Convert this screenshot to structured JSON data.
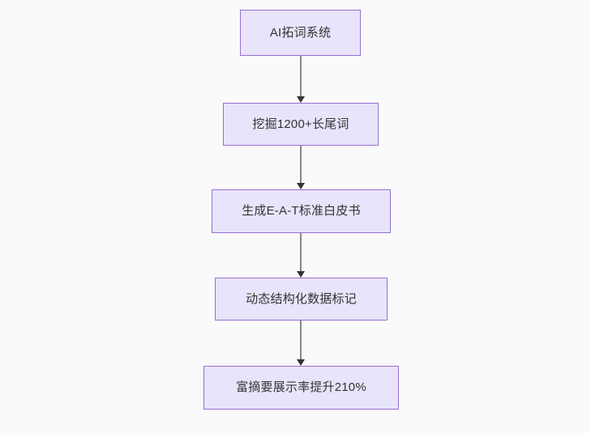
{
  "diagram": {
    "type": "flowchart",
    "direction": "top-to-bottom",
    "background_color": "#fafafa",
    "node_fill_color": "#e8e4fb",
    "node_border_color": "#9670d0",
    "node_text_color": "#333333",
    "edge_line_color": "#888888",
    "edge_arrow_color": "#333333",
    "nodes": [
      {
        "id": "n0",
        "label": "AI拓词系统"
      },
      {
        "id": "n1",
        "label": "挖掘1200+长尾词"
      },
      {
        "id": "n2",
        "label": "生成E-A-T标准白皮书"
      },
      {
        "id": "n3",
        "label": "动态结构化数据标记"
      },
      {
        "id": "n4",
        "label": "富摘要展示率提升210%"
      }
    ],
    "edges": [
      {
        "id": "e0",
        "from": "n0",
        "to": "n1",
        "label": ""
      },
      {
        "id": "e1",
        "from": "n1",
        "to": "n2",
        "label": ""
      },
      {
        "id": "e2",
        "from": "n2",
        "to": "n3",
        "label": ""
      },
      {
        "id": "e3",
        "from": "n3",
        "to": "n4",
        "label": ""
      }
    ]
  }
}
